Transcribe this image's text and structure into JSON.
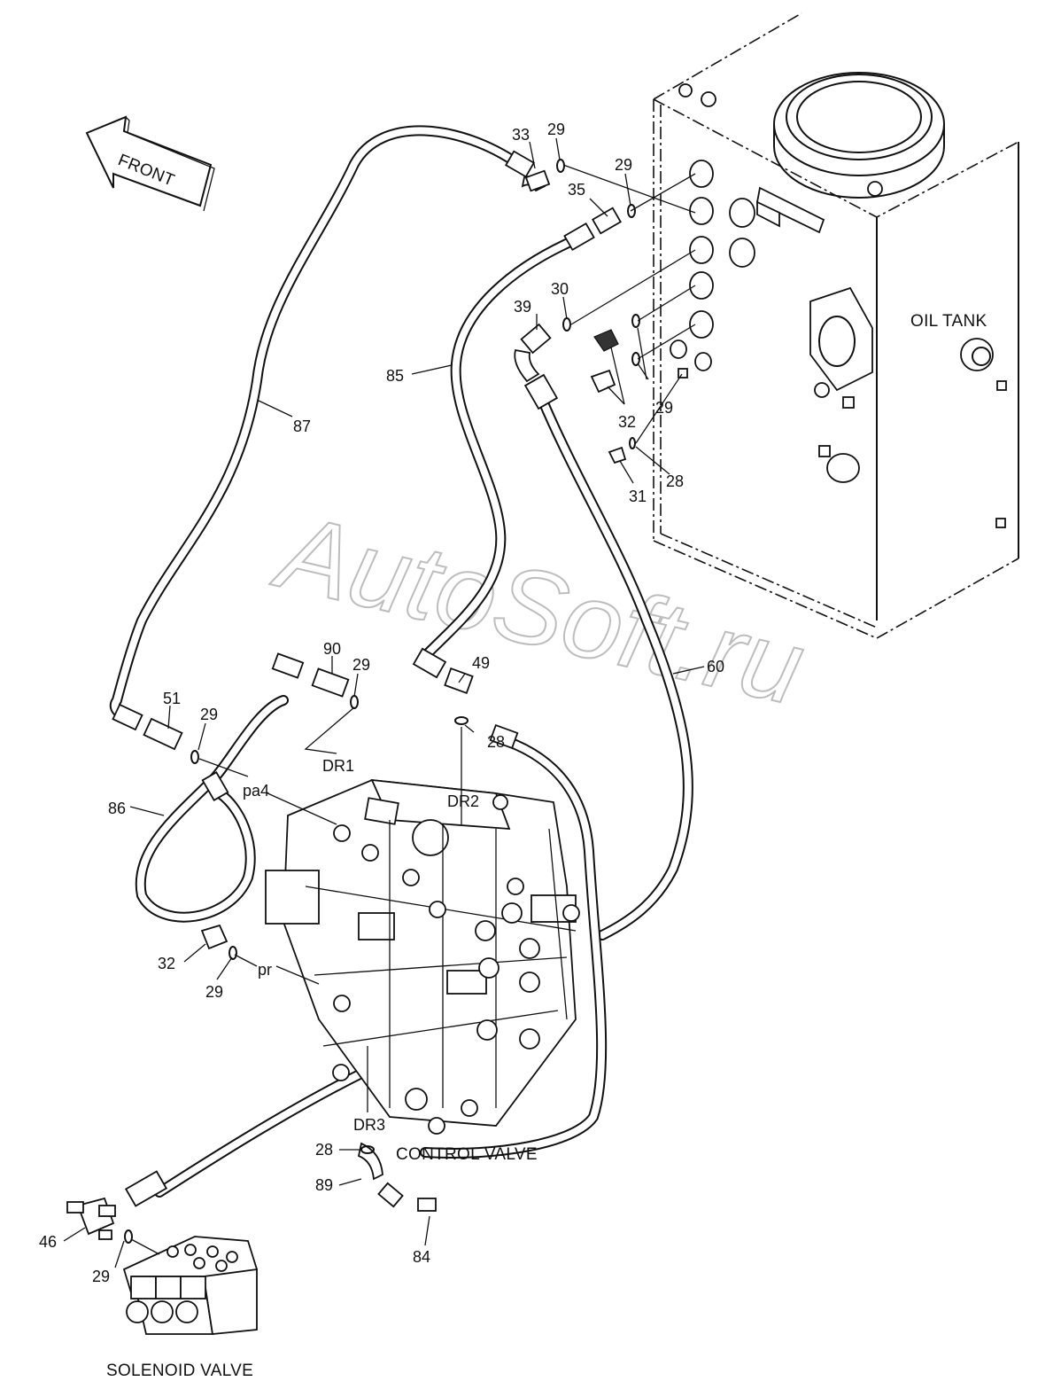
{
  "callouts": {
    "c33": "33",
    "c29a": "29",
    "c29b": "29",
    "c35": "35",
    "c30": "30",
    "c39": "39",
    "c85": "85",
    "c87": "87",
    "c32a": "32",
    "c29c": "29",
    "c31": "31",
    "c28a": "28",
    "c90": "90",
    "c29d": "29",
    "c49": "49",
    "c60": "60",
    "c51": "51",
    "c29e": "29",
    "c28b": "28",
    "c86": "86",
    "c32b": "32",
    "c29f": "29",
    "c28c": "28",
    "c89": "89",
    "c46": "46",
    "c29g": "29",
    "c84": "84"
  },
  "ports": {
    "dr1": "DR1",
    "dr2": "DR2",
    "dr3": "DR3",
    "pa4": "pa4",
    "pr": "pr"
  },
  "component_labels": {
    "oil_tank": "OIL TANK",
    "control_valve": "CONTROL VALVE",
    "solenoid_valve": "SOLENOID VALVE"
  },
  "front_arrow": {
    "label": "FRONT"
  },
  "watermark": {
    "text": "AutoSoft.ru",
    "color": "#bdbdbd"
  },
  "colors": {
    "line": "#111111",
    "background": "#ffffff"
  }
}
